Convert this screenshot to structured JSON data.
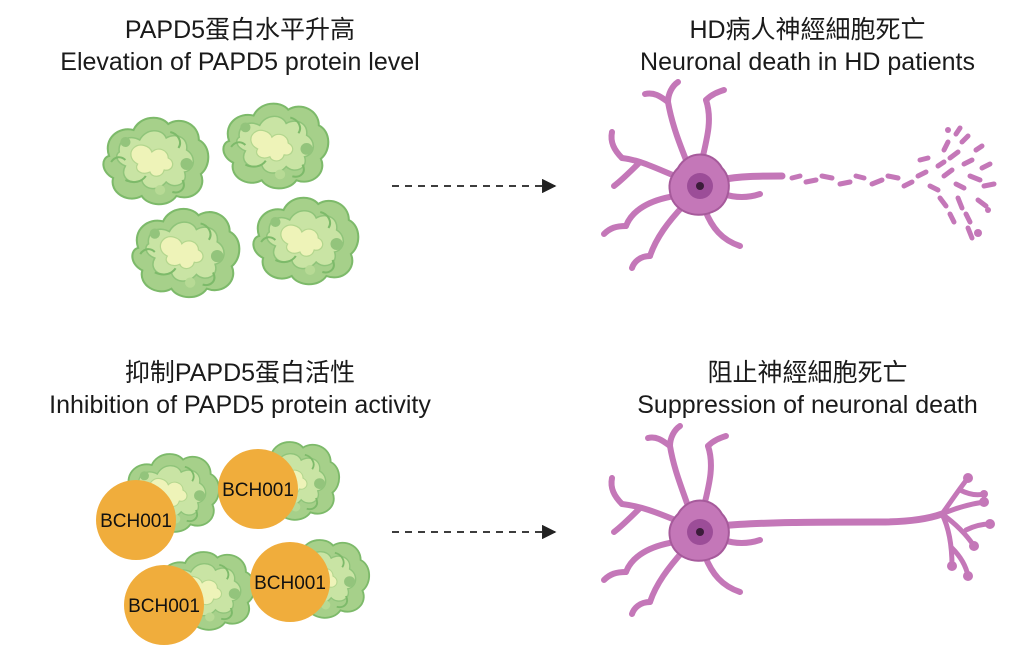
{
  "panels": {
    "top_left": {
      "title_zh": "PAPD5蛋白水平升高",
      "title_en": "Elevation of PAPD5 protein level"
    },
    "top_right": {
      "title_zh": "HD病人神經細胞死亡",
      "title_en": "Neuronal death in HD patients"
    },
    "bottom_left": {
      "title_zh": "抑制PAPD5蛋白活性",
      "title_en": "Inhibition of PAPD5 protein activity"
    },
    "bottom_right": {
      "title_zh": "阻止神經細胞死亡",
      "title_en": "Suppression of neuronal death"
    }
  },
  "inhibitor": {
    "labels": [
      "BCH001",
      "BCH001",
      "BCH001",
      "BCH001"
    ],
    "color": "#F0AD3C"
  },
  "colors": {
    "protein_light": "#C9E4A4",
    "protein_mid": "#A6D08A",
    "protein_dark": "#7DBA6A",
    "protein_highlight": "#EEF3B8",
    "neuron": "#C477B8",
    "neuron_dark": "#A65A9B",
    "nucleus": "#9C4D98",
    "nucleolus": "#3B1C3A",
    "arrow": "#222222"
  },
  "icons": {
    "protein": "protein-aggregate-icon",
    "neuron_healthy": "neuron-icon",
    "neuron_degenerating": "degenerating-neuron-icon",
    "arrow": "dashed-arrow-icon"
  }
}
